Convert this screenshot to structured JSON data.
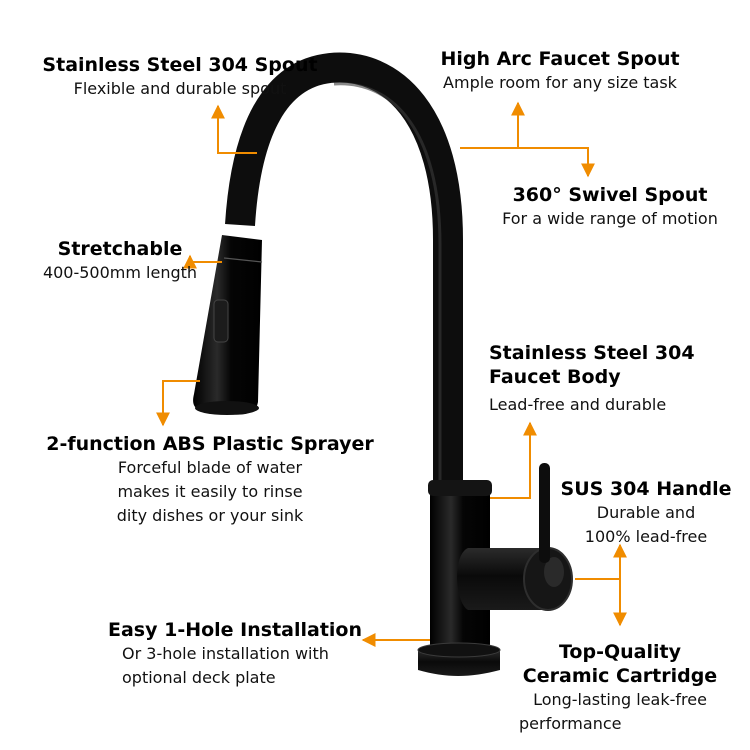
{
  "colors": {
    "accent": "#f08c00",
    "faucet": "#0d0d0d",
    "background": "#ffffff"
  },
  "image": {
    "subject": "black pull-down kitchen faucet",
    "icon": "faucet-icon"
  },
  "callouts": {
    "spout_steel": {
      "title": "Stainless Steel 304 Spout",
      "desc": "Flexible and durable spout"
    },
    "high_arc": {
      "title": "High Arc Faucet Spout",
      "desc": "Ample room for any size task"
    },
    "swivel": {
      "title": "360° Swivel Spout",
      "desc": "For a wide range of motion"
    },
    "stretch": {
      "title": "Stretchable",
      "desc": "400-500mm length"
    },
    "body": {
      "title1": "Stainless Steel 304",
      "title2": "Faucet Body",
      "desc": "Lead-free and durable"
    },
    "sprayer": {
      "title": "2-function ABS Plastic Sprayer",
      "desc1": "Forceful blade of water",
      "desc2": "makes it easily to rinse",
      "desc3": "dity dishes or your sink"
    },
    "handle": {
      "title": "SUS 304 Handle",
      "desc1": "Durable and",
      "desc2": "100% lead-free"
    },
    "install": {
      "title": "Easy 1-Hole Installation",
      "desc1": "Or 3-hole installation with",
      "desc2": "optional deck plate"
    },
    "cartridge": {
      "title1": "Top-Quality",
      "title2": "Ceramic Cartridge",
      "desc1": "Long-lasting leak-free",
      "desc2": "performance"
    }
  }
}
